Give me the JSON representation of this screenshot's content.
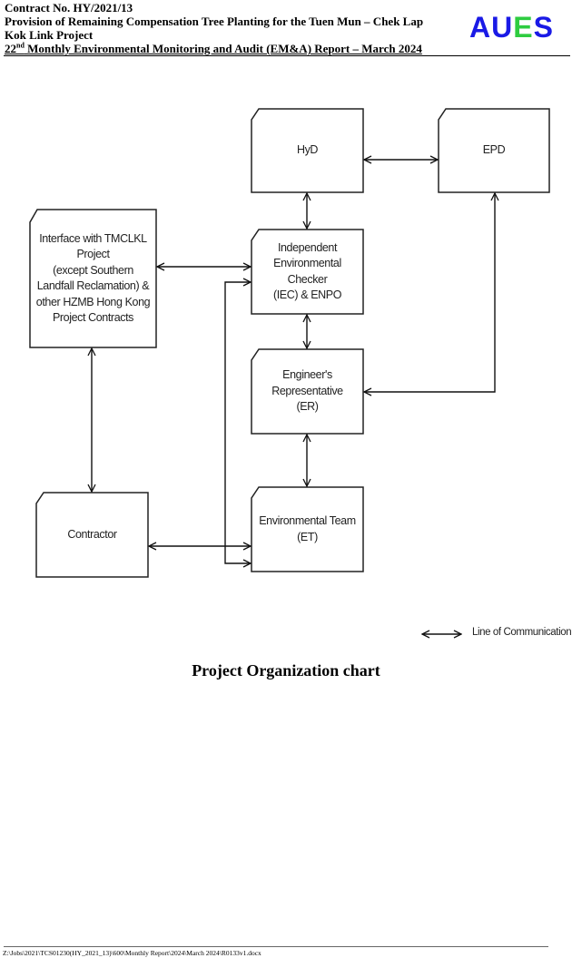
{
  "header": {
    "line1": "Contract No. HY/2021/13",
    "line2": "Provision of Remaining Compensation Tree Planting for the Tuen Mun – Chek Lap",
    "line3": "Kok Link Project",
    "line4_num": "22",
    "line4_sup": "nd",
    "line4_rest": " Monthly Environmental Monitoring and Audit (EM&A) Report – March 2024"
  },
  "logo": {
    "text": "AUES",
    "parts": [
      "A",
      "U",
      "E",
      "S"
    ],
    "colors": {
      "blue": "#1a1ae6",
      "green": "#2ecc40"
    }
  },
  "diagram": {
    "boxes": {
      "hyd": [
        "HyD"
      ],
      "epd": [
        "EPD"
      ],
      "interface": [
        "Interface with TMCLKL",
        "Project",
        "(except Southern",
        "Landfall Reclamation) &",
        "other HZMB Hong Kong",
        "Project Contracts"
      ],
      "iec": [
        "Independent",
        "Environmental",
        "Checker",
        "(IEC) & ENPO"
      ],
      "er": [
        "Engineer's",
        "Representative",
        "(ER)"
      ],
      "et": [
        "Environmental Team",
        "(ET)"
      ],
      "contractor": [
        "Contractor"
      ]
    },
    "legend": "Line of Communication"
  },
  "caption": "Project Organization chart",
  "footer": "Z:\\Jobs\\2021\\TCS01230(HY_2021_13)\\600\\Monthly Report\\2024\\March 2024\\R0133v1.docx"
}
